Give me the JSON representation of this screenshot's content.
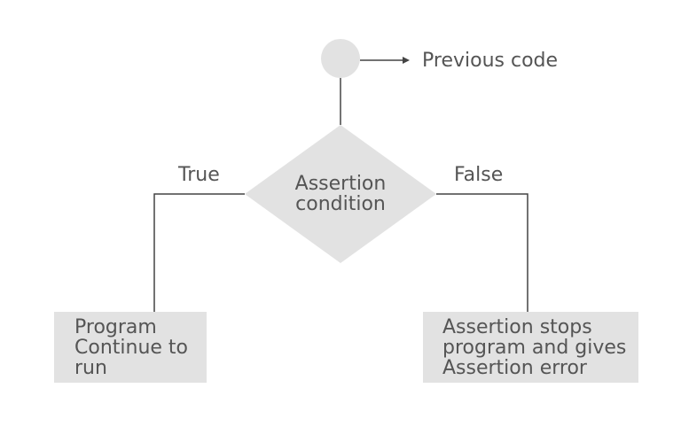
{
  "diagram": {
    "start_label": "Previous code",
    "decision": {
      "line1": "Assertion",
      "line2": "condition"
    },
    "true_label": "True",
    "false_label": "False",
    "true_box": {
      "line1": "Program",
      "line2": "Continue to",
      "line3": "run"
    },
    "false_box": {
      "line1": "Assertion stops",
      "line2": "program and gives",
      "line3": "Assertion error"
    },
    "colors": {
      "shape_fill": "#e2e2e2",
      "line": "#444444",
      "text": "#555555"
    }
  }
}
